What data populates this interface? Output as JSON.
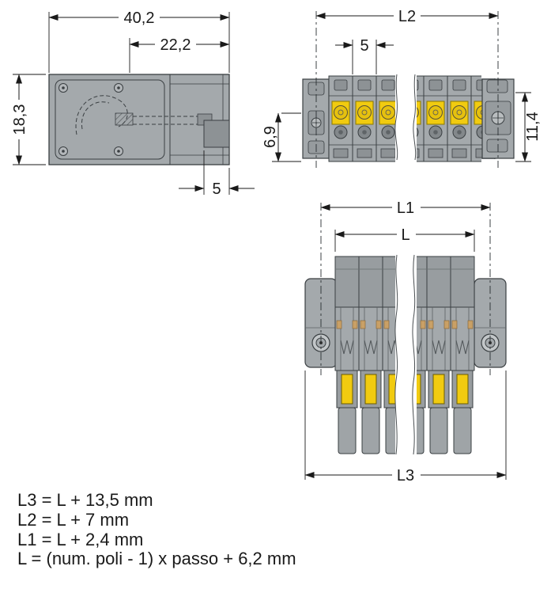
{
  "labels": {
    "side": {
      "overall_width": "40,2",
      "plug_depth": "22,2",
      "height": "18,3",
      "tab": "5"
    },
    "front": {
      "overall_length": "L2",
      "pole_pitch": "5",
      "lower_height": "6,9",
      "upper_height": "11,4"
    },
    "plug": {
      "flange_centers": "L1",
      "body_length": "L",
      "overall_length": "L3"
    }
  },
  "formulas": [
    "L3 = L + 13,5 mm",
    "L2 = L + 7 mm",
    "L1 = L + 2,4 mm",
    "L = (num. poli - 1) x passo + 6,2 mm"
  ],
  "colors": {
    "body_gray": "#a4a9ac",
    "body_dark_gray": "#8d9295",
    "accent_yellow": "#f1cb10",
    "contact_tan": "#c9a066",
    "line": "#1a1a1a"
  }
}
